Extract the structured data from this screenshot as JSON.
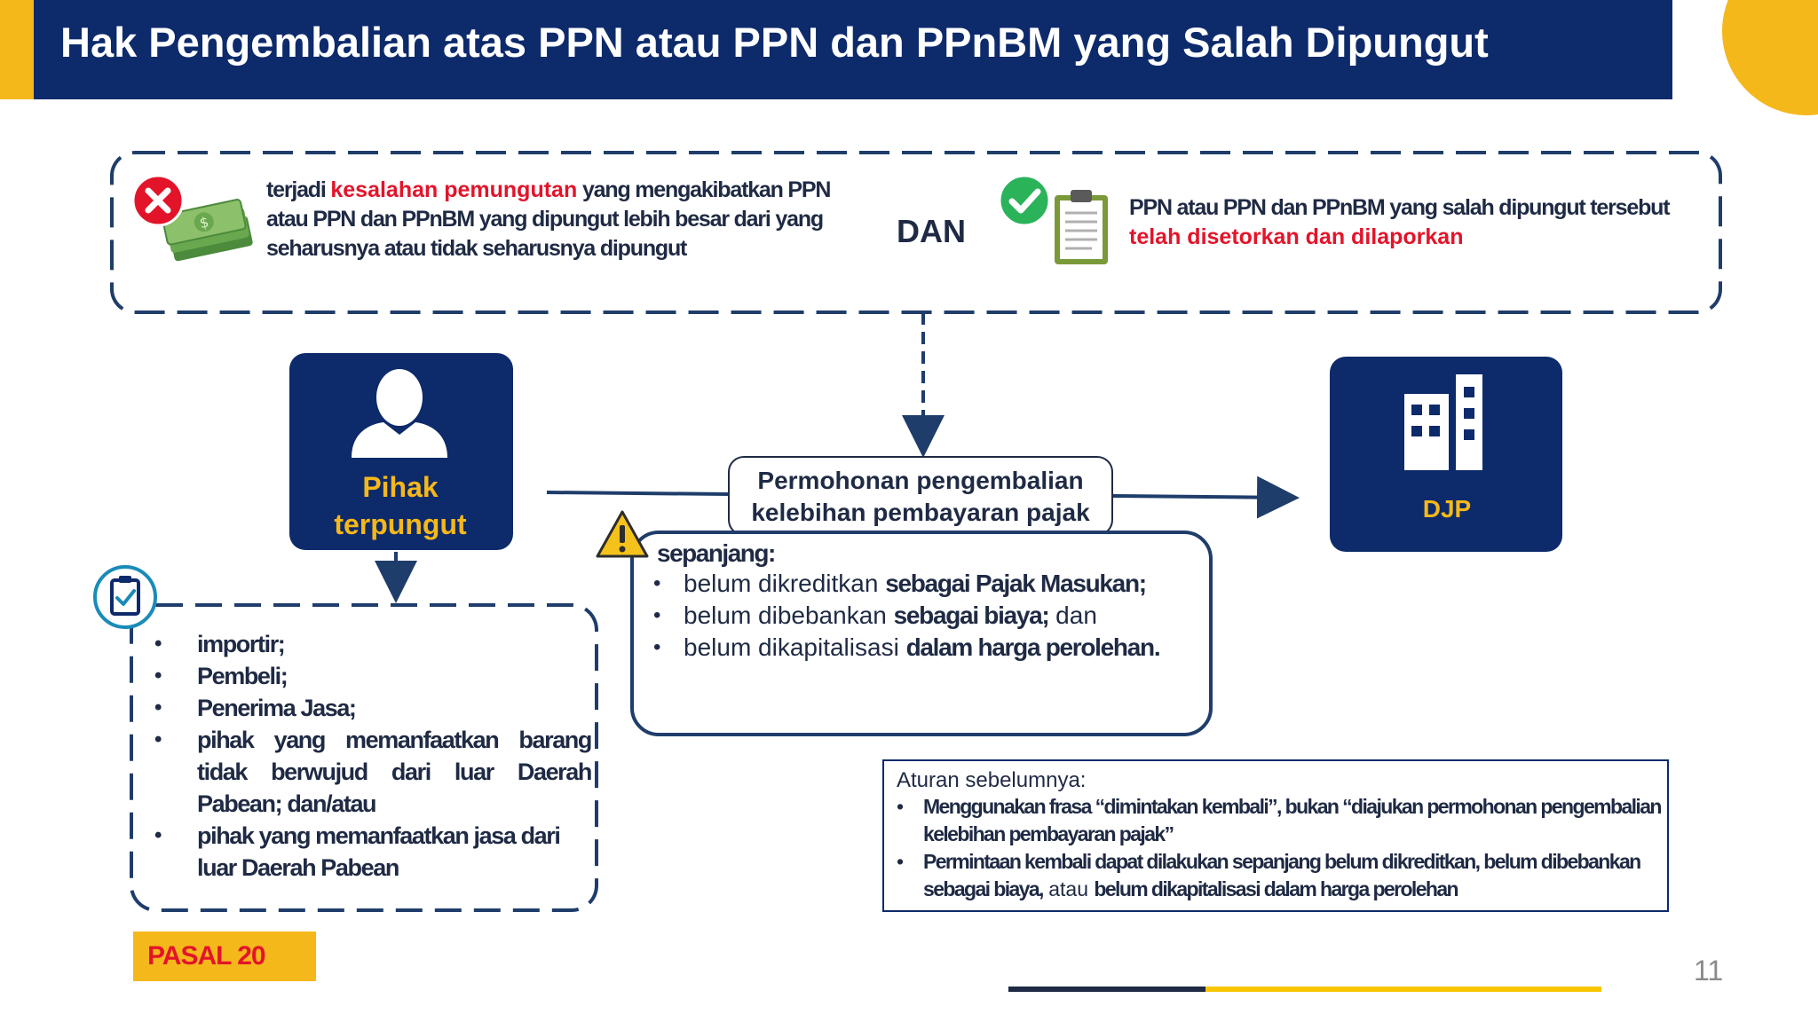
{
  "title": "Hak Pengembalian atas PPN atau PPN dan PPnBM yang Salah Dipungut",
  "colors": {
    "navy": "#0d2a6b",
    "accent_yellow": "#f5b81b",
    "red": "#e3142a",
    "green": "#2bb35a"
  },
  "conditions": {
    "first": {
      "icons": [
        "x-circle-icon",
        "money-stack-icon"
      ],
      "prefix": "terjadi ",
      "highlight": "kesalahan pemungutan",
      "suffix": " yang mengakibatkan PPN atau PPN dan PPnBM yang dipungut lebih besar dari yang seharusnya atau tidak seharusnya dipungut"
    },
    "connector": "DAN",
    "second": {
      "icons": [
        "check-circle-icon",
        "clipboard-icon"
      ],
      "prefix": "PPN atau PPN dan PPnBM yang salah dipungut tersebut ",
      "highlight": "telah disetorkan dan dilaporkan"
    }
  },
  "pihak": {
    "label_line1": "Pihak",
    "label_line2": "terpungut",
    "icon": "person-icon"
  },
  "djp": {
    "label": "DJP",
    "icon": "building-icon"
  },
  "permohonan": {
    "line1": "Permohonan pengembalian",
    "line2": "kelebihan pembayaran pajak"
  },
  "sepanjang": {
    "icon": "warning-icon",
    "title": "sepanjang:",
    "items": [
      {
        "plain": "belum dikreditkan ",
        "bold": "sebagai Pajak Masukan;",
        "tail": ""
      },
      {
        "plain": "belum dibebankan ",
        "bold": "sebagai biaya;",
        "tail": " dan"
      },
      {
        "plain": "belum dikapitalisasi ",
        "bold": "dalam harga perolehan.",
        "tail": ""
      }
    ]
  },
  "pembeli": {
    "icon": "clipboard-check-icon",
    "items": [
      "importir;",
      "Pembeli;",
      "Penerima Jasa;",
      "pihak yang memanfaatkan barang tidak berwujud dari luar Daerah Pabean; dan/atau",
      "pihak yang memanfaatkan jasa dari luar Daerah Pabean"
    ]
  },
  "pasal": "PASAL 20",
  "aturan": {
    "title": "Aturan sebelumnya:",
    "item1": "Menggunakan frasa “dimintakan kembali”, bukan “diajukan permohonan pengembalian kelebihan pembayaran pajak”",
    "item2_a": "Permintaan kembali dapat dilakukan sepanjang belum dikreditkan, belum dibebankan sebagai biaya,",
    "item2_b": " atau ",
    "item2_c": "belum dikapitalisasi dalam harga perolehan"
  },
  "page_number": "11"
}
